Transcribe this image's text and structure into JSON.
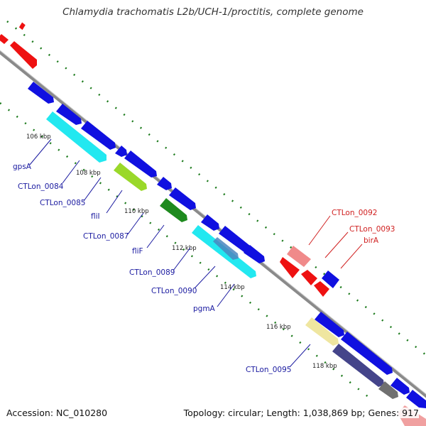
{
  "title": "Chlamydia trachomatis L2b/UCH-1/proctitis, complete genome",
  "accession_text": "Accession: NC_010280",
  "topology_text": "Topology: circular; Length: 1,038,869 bp; Genes: 917",
  "colors": {
    "backbone": "#888888",
    "ticks": "#1b7a1b",
    "forward_label": "#1a1aa0",
    "reverse_label": "#d02020",
    "blue": "#1010e0",
    "red": "#ee1111",
    "cyan": "#22e8f0",
    "light_red": "#f08a8a"
  },
  "ticks": [
    "106 kbp",
    "108 kbp",
    "110 kbp",
    "112 kbp",
    "114 kbp",
    "116 kbp",
    "118 kbp"
  ],
  "genes": [
    {
      "label": "gpsA",
      "strand": "forward",
      "color": "#10cfe0"
    },
    {
      "label": "CTLon_0084",
      "strand": "forward",
      "color": "#1010e0"
    },
    {
      "label": "CTLon_0085",
      "strand": "forward",
      "color": "#1010e0"
    },
    {
      "label": "fliI",
      "strand": "forward",
      "color": "#9ad82a"
    },
    {
      "label": "CTLon_0087",
      "strand": "forward",
      "color": "#1010e0"
    },
    {
      "label": "fliF",
      "strand": "forward",
      "color": "#1e8a1e"
    },
    {
      "label": "CTLon_0089",
      "strand": "forward",
      "color": "#22e8f0"
    },
    {
      "label": "CTLon_0090",
      "strand": "forward",
      "color": "#1010e0"
    },
    {
      "label": "pgmA",
      "strand": "forward",
      "color": "#3a7ab0"
    },
    {
      "label": "CTLon_0092",
      "strand": "reverse",
      "color": "#f08a8a"
    },
    {
      "label": "CTLon_0093",
      "strand": "reverse",
      "color": "#ee1111"
    },
    {
      "label": "birA",
      "strand": "reverse",
      "color": "#1010e0"
    },
    {
      "label": "CTLon_0095",
      "strand": "forward",
      "color": "#efe6a0"
    }
  ]
}
